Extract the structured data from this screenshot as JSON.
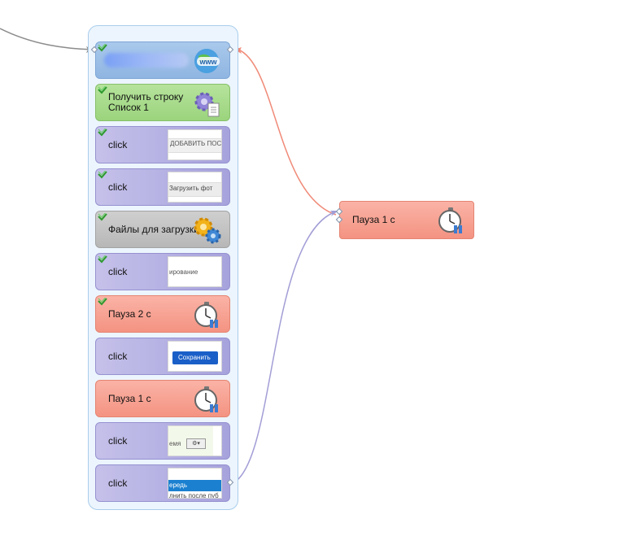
{
  "blocks": [
    {
      "kind": "url",
      "label": "",
      "checked": true,
      "icon": "www-globe-icon"
    },
    {
      "kind": "data",
      "label": "Получить строку\nСписок 1",
      "checked": true,
      "icon": "gear-document-icon"
    },
    {
      "kind": "click",
      "label": "click",
      "checked": true,
      "thumb": "ДОБАВИТЬ ПОС"
    },
    {
      "kind": "click",
      "label": "click",
      "checked": true,
      "thumb": "Загрузить фот"
    },
    {
      "kind": "files",
      "label": "Файлы для загрузки",
      "checked": true,
      "icon": "gears-icon"
    },
    {
      "kind": "click",
      "label": "click",
      "checked": true,
      "thumb": "ирование"
    },
    {
      "kind": "pause",
      "label": "Пауза 2 с",
      "checked": true,
      "icon": "stopwatch-icon"
    },
    {
      "kind": "click",
      "label": "click",
      "checked": false,
      "thumb": "Сохранить"
    },
    {
      "kind": "pause",
      "label": "Пауза 1 с",
      "checked": false,
      "icon": "stopwatch-icon"
    },
    {
      "kind": "click",
      "label": "click",
      "checked": false,
      "thumb": "емя"
    },
    {
      "kind": "click",
      "label": "click",
      "checked": false,
      "thumb_top": "ередь",
      "thumb": "лнить после пуб"
    }
  ],
  "standalone": {
    "label": "Пауза 1 с",
    "icon": "stopwatch-icon"
  },
  "colors": {
    "wire_incoming": "#8c8c8c",
    "wire_pause": "#f08a78",
    "wire_click": "#a29ed6"
  }
}
